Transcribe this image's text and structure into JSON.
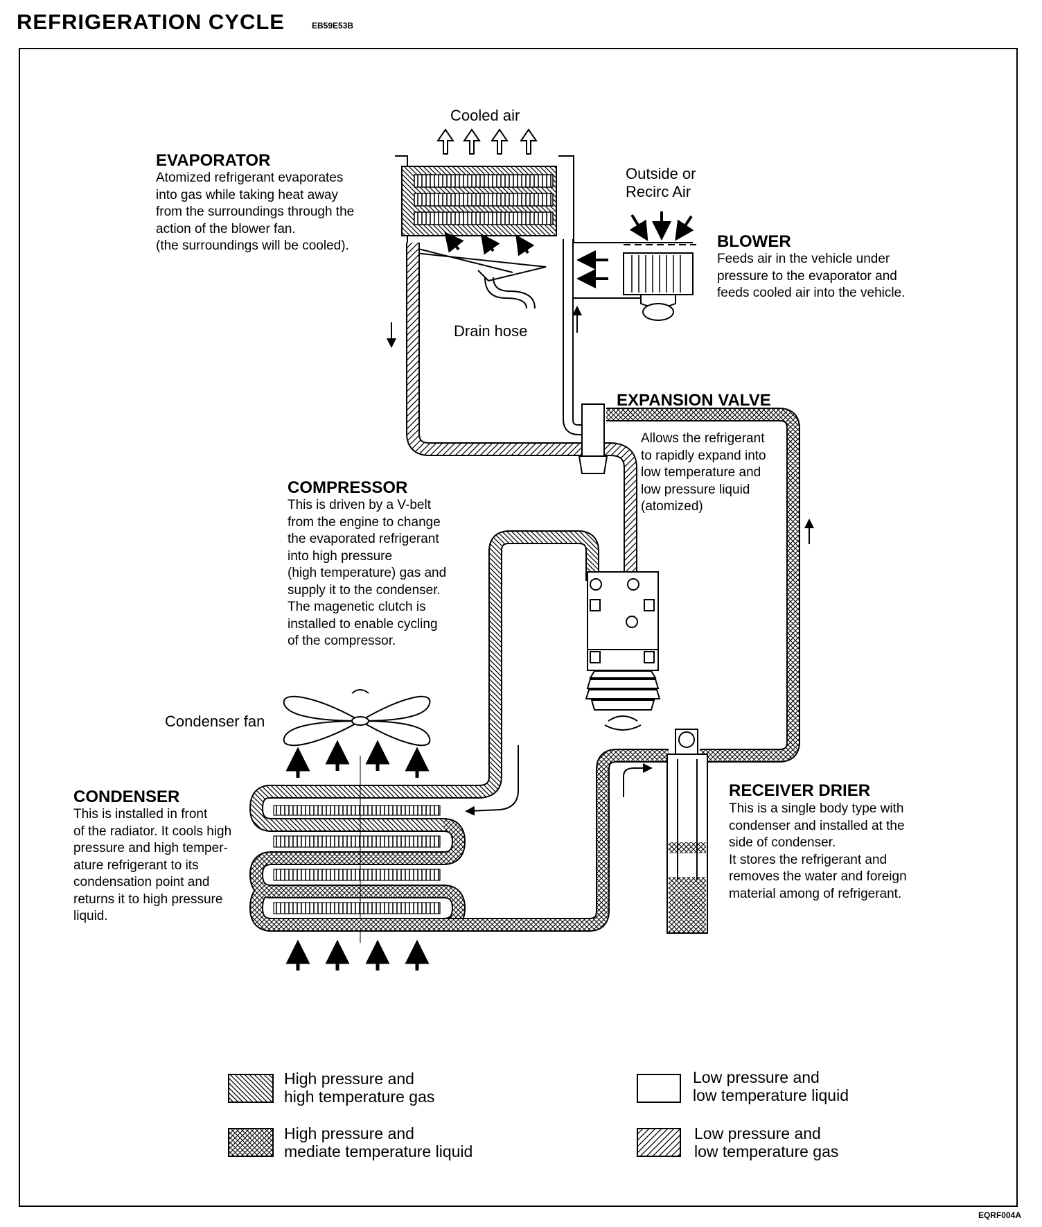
{
  "header": {
    "title": "REFRIGERATION CYCLE",
    "code": "EB59E53B"
  },
  "figure_code": "EQRF004A",
  "labels": {
    "cooled_air": "Cooled air",
    "outside_air": "Outside or\nRecirc Air",
    "drain_hose": "Drain hose",
    "condenser_fan": "Condenser fan"
  },
  "components": {
    "evaporator": {
      "title": "EVAPORATOR",
      "description": "Atomized refrigerant evaporates\ninto gas while taking heat away\nfrom the surroundings through the\naction of the blower fan.\n(the surroundings will be cooled)."
    },
    "blower": {
      "title": "BLOWER",
      "description": "Feeds air in the vehicle under\npressure to the evaporator and\nfeeds cooled air into the vehicle."
    },
    "expansion_valve": {
      "title": "EXPANSION VALVE",
      "description": "Allows the refrigerant\nto rapidly expand into\nlow temperature and\nlow pressure liquid\n(atomized)"
    },
    "compressor": {
      "title": "COMPRESSOR",
      "description": "This is driven by a V-belt\nfrom the engine to change\nthe evaporated refrigerant\ninto high pressure\n(high temperature) gas and\nsupply it to the condenser.\nThe magenetic clutch is\ninstalled to enable cycling\nof the compressor."
    },
    "condenser": {
      "title": "CONDENSER",
      "description": "This is installed in front\nof the radiator. It cools high\npressure and high temper-\nature refrigerant to its\ncondensation point and\nreturns it to high pressure\nliquid."
    },
    "receiver_drier": {
      "title": "RECEIVER DRIER",
      "description": "This is a single body type with\ncondenser and installed at the\nside of condenser.\nIt stores the refrigerant and\nremoves the water and foreign\nmaterial among of refrigerant."
    }
  },
  "legend": [
    {
      "pattern": "hatch-back",
      "text": "High pressure and\nhigh temperature gas"
    },
    {
      "pattern": "none",
      "text": "Low pressure and\nlow temperature liquid"
    },
    {
      "pattern": "crosshatch",
      "text": "High pressure and\nmediate temperature liquid"
    },
    {
      "pattern": "hatch-fwd",
      "text": "Low pressure and\nlow temperature gas"
    }
  ]
}
